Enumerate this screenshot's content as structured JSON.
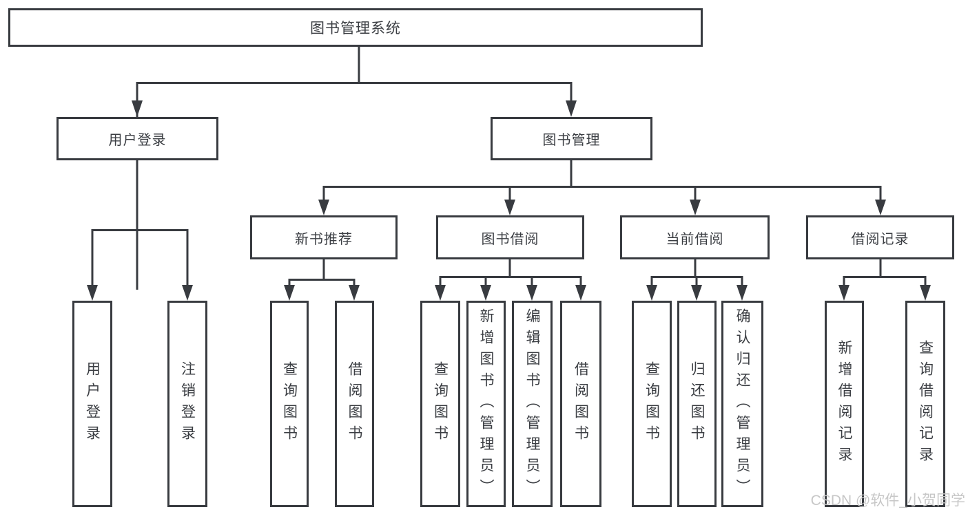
{
  "tree": {
    "root": "图书管理系统",
    "user_login": {
      "label": "用户登录",
      "children": [
        "用户登录",
        "注销登录"
      ]
    },
    "book_management": {
      "label": "图书管理",
      "sections": [
        {
          "label": "新书推荐",
          "children": [
            "查询图书",
            "借阅图书"
          ]
        },
        {
          "label": "图书借阅",
          "children": [
            "查询图书",
            "新增图书（管理员）",
            "编辑图书（管理员）",
            "借阅图书"
          ]
        },
        {
          "label": "当前借阅",
          "children": [
            "查询图书",
            "归还图书",
            "确认归还（管理员）"
          ]
        },
        {
          "label": "借阅记录",
          "children": [
            "新增借阅记录",
            "查询借阅记录"
          ]
        }
      ]
    }
  },
  "watermark": "CSDN @软件_小贺同学",
  "colors": {
    "line": "#383b40",
    "text": "#3b3e43",
    "box_background": "#ffffff",
    "watermark": "#c7c7c7"
  }
}
